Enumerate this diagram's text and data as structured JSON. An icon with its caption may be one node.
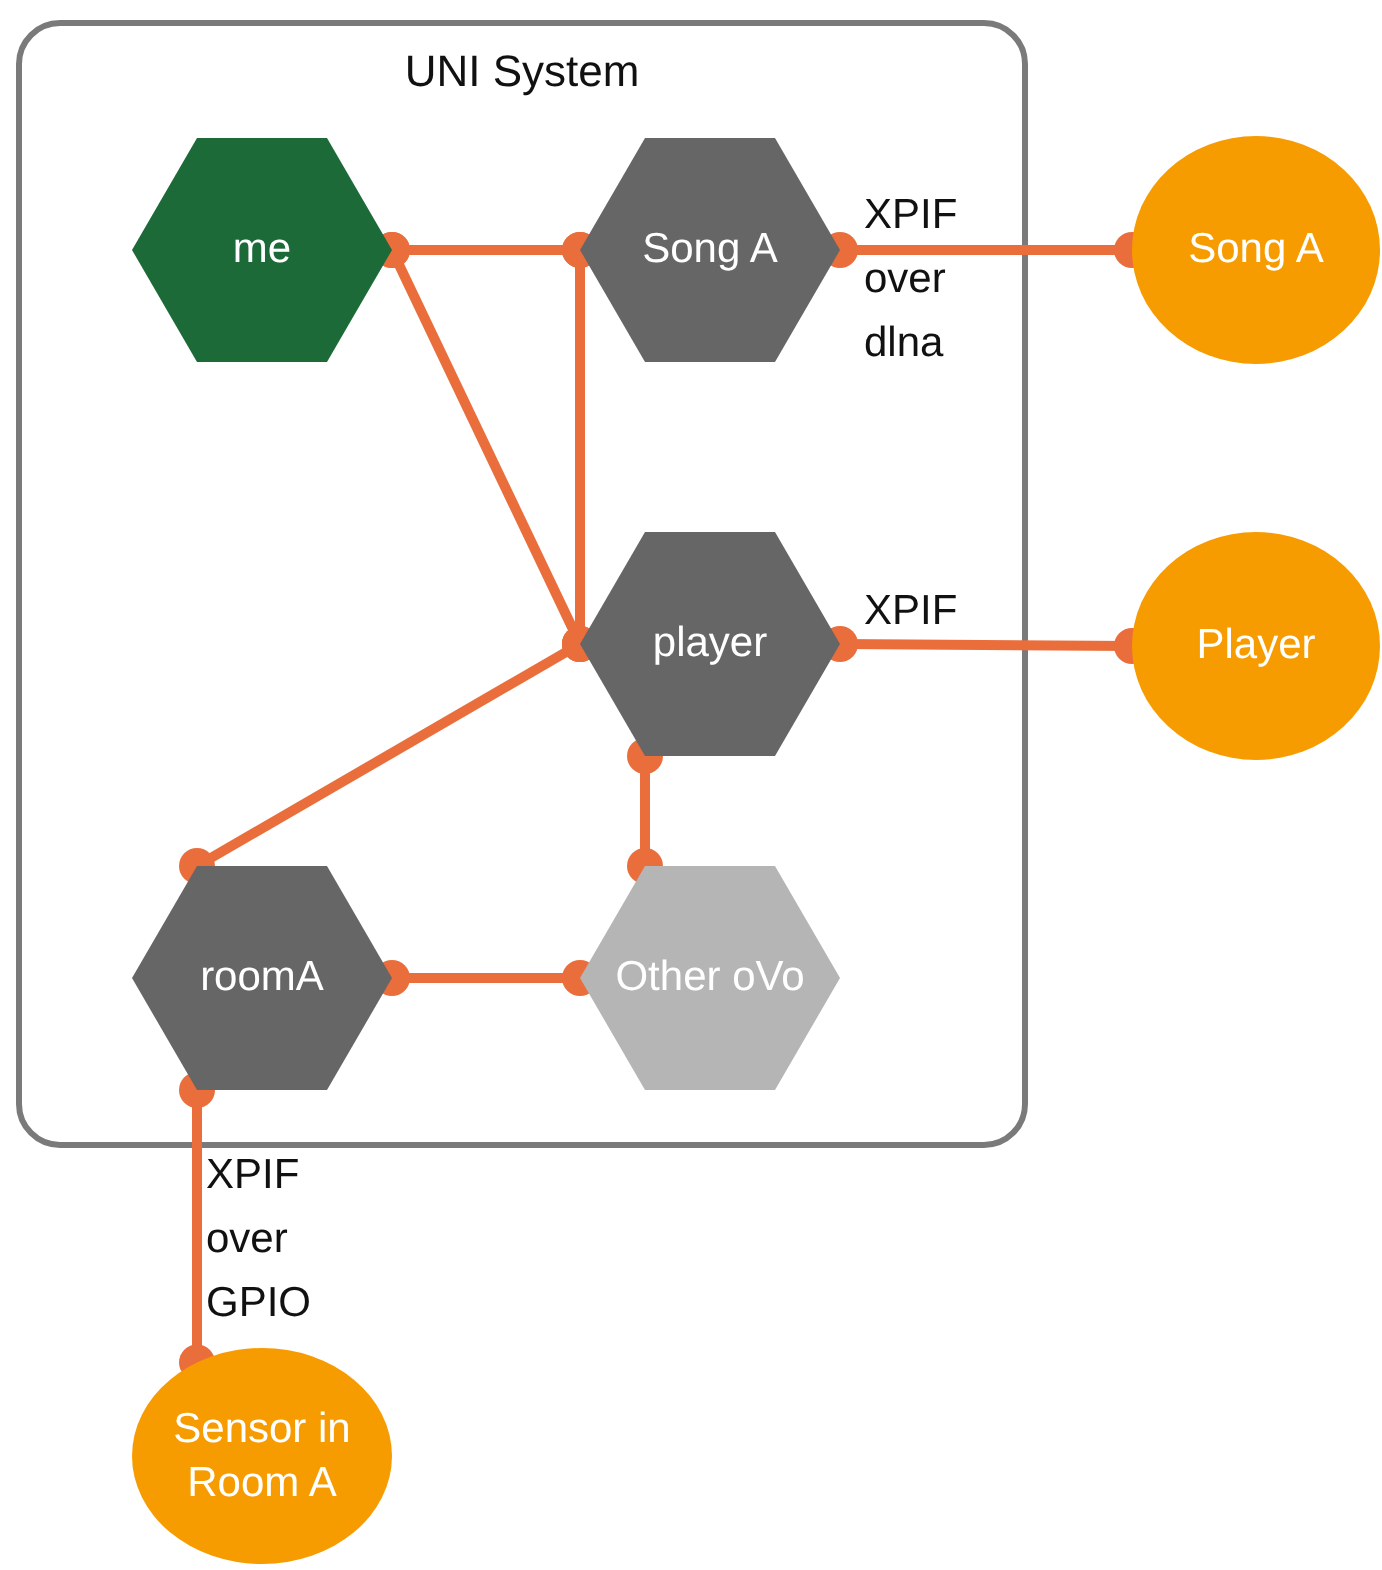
{
  "diagram": {
    "nodes": [
      {
        "text": [
          "UNI System"
        ]
      },
      {
        "text": [
          "me"
        ],
        "in": 0
      },
      {
        "text": [
          "Song A"
        ],
        "in": 0
      },
      {
        "text": [
          "player"
        ],
        "in": 0
      },
      {
        "text": [
          "roomA"
        ],
        "in": 0
      },
      {
        "text": [
          "Other oVo"
        ],
        "in": 0
      },
      {
        "text": [
          "Song A"
        ]
      },
      {
        "text": [
          "Player"
        ]
      },
      {
        "text": [
          "Sensor in Room A"
        ]
      }
    ],
    "edges": [
      {
        "from": 1,
        "to": 2,
        "arrow": "other"
      },
      {
        "from": 1,
        "to": 3,
        "arrow": "other"
      },
      {
        "from": 2,
        "to": 3,
        "arrow": "other"
      },
      {
        "from": 3,
        "to": 4,
        "arrow": "other"
      },
      {
        "from": 3,
        "to": 5,
        "arrow": "other"
      },
      {
        "from": 4,
        "to": 5,
        "arrow": "other"
      },
      {
        "from": 2,
        "to": 6,
        "arrow": "other",
        "label": "XPIF over dlna"
      },
      {
        "from": 3,
        "to": 7,
        "arrow": "other",
        "label": "XPIF"
      },
      {
        "from": 4,
        "to": 8,
        "arrow": "other",
        "label": "XPIF over GPIO"
      }
    ]
  }
}
